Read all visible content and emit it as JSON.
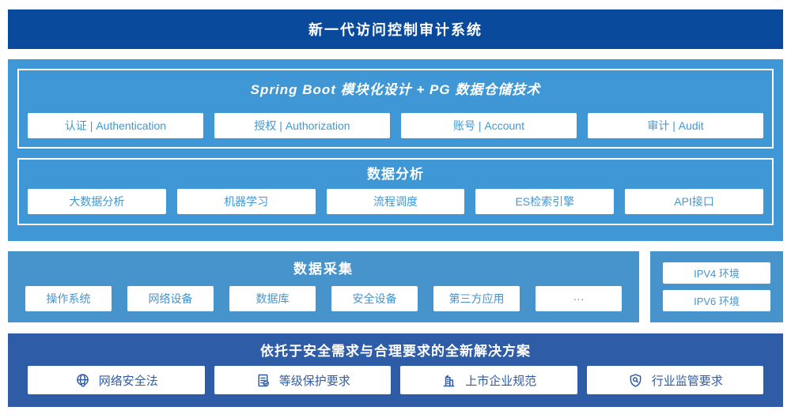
{
  "colors": {
    "banner_bg": "#0a4a9c",
    "platform_bg": "#3f98d5",
    "collection_bg": "#4794cc",
    "solution_bg": "#2e5ca6",
    "box_bg": "#ffffff"
  },
  "banner": {
    "title": "新一代访问控制审计系统"
  },
  "platform": {
    "modules_title": "Spring Boot 模块化设计 + PG 数据仓储技术",
    "modules": [
      "认证 | Authentication",
      "授权 | Authorization",
      "账号 | Account",
      "审计 | Audit"
    ],
    "analysis_title": "数据分析",
    "analysis": [
      "大数据分析",
      "机器学习",
      "流程调度",
      "ES检索引擎",
      "API接口"
    ]
  },
  "collection": {
    "title": "数据采集",
    "sources": [
      "操作系统",
      "网络设备",
      "数据库",
      "安全设备",
      "第三方应用",
      "···"
    ],
    "environments": [
      "IPV4 环境",
      "IPV6 环境"
    ]
  },
  "solution": {
    "title": "依托于安全需求与合理要求的全新解决方案",
    "items": [
      {
        "label": "网络安全法",
        "icon": "globe-icon"
      },
      {
        "label": "等级保护要求",
        "icon": "document-check-icon"
      },
      {
        "label": "上市企业规范",
        "icon": "building-icon"
      },
      {
        "label": "行业监管要求",
        "icon": "shield-search-icon"
      }
    ]
  }
}
